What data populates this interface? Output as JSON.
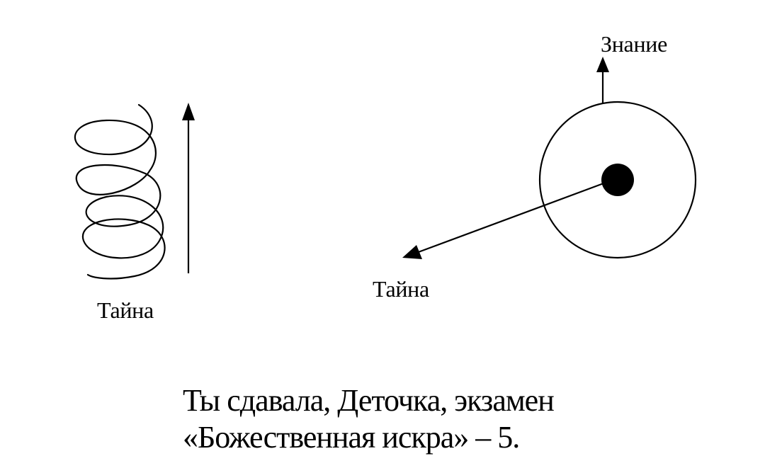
{
  "diagram": {
    "left_label": "Тайна",
    "right_bottom_label": "Тайна",
    "right_top_label": "Знание"
  },
  "caption": {
    "line1": "Ты сдавала, Деточка, экзамен",
    "line2": "«Божественная искра» – 5."
  },
  "colors": {
    "ink": "#000000",
    "background": "#ffffff"
  }
}
